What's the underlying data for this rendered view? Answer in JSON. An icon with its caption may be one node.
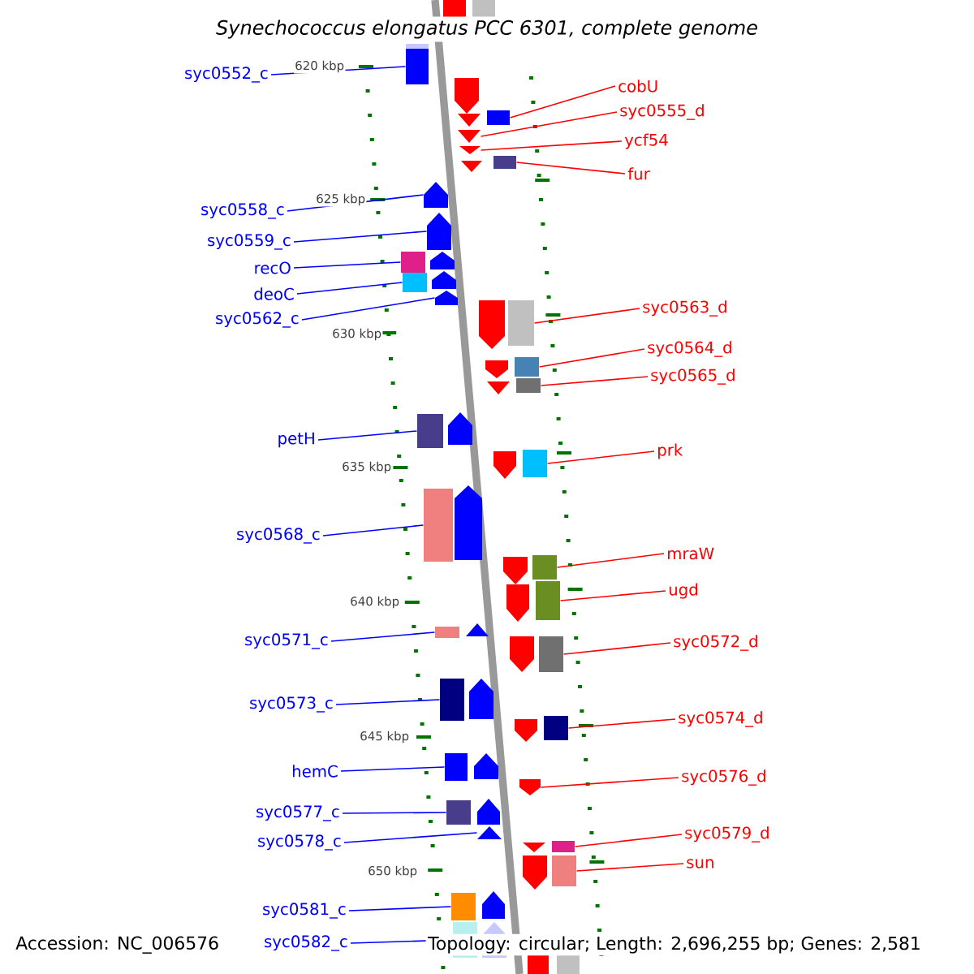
{
  "diagram": {
    "title": "Synechococcus elongatus PCC 6301, complete genome",
    "nodes": [
      {
        "text": [
          "syc0552_c"
        ]
      },
      {
        "text": [
          "syc0558_c"
        ]
      },
      {
        "text": [
          "syc0559_c"
        ]
      },
      {
        "text": [
          "recO"
        ]
      },
      {
        "text": [
          "deoC"
        ]
      },
      {
        "text": [
          "syc0562_c"
        ]
      },
      {
        "text": [
          "petH"
        ]
      },
      {
        "text": [
          "syc0568_c"
        ]
      },
      {
        "text": [
          "syc0571_c"
        ]
      },
      {
        "text": [
          "syc0573_c"
        ]
      },
      {
        "text": [
          "hemC"
        ]
      },
      {
        "text": [
          "syc0577_c"
        ]
      },
      {
        "text": [
          "syc0578_c"
        ]
      },
      {
        "text": [
          "syc0581_c"
        ]
      },
      {
        "text": [
          "syc0582_c"
        ]
      },
      {
        "text": [
          "cobU"
        ]
      },
      {
        "text": [
          "syc0555_d"
        ]
      },
      {
        "text": [
          "ycf54"
        ]
      },
      {
        "text": [
          "fur"
        ]
      },
      {
        "text": [
          "syc0563_d"
        ]
      },
      {
        "text": [
          "syc0564_d"
        ]
      },
      {
        "text": [
          "syc0565_d"
        ]
      },
      {
        "text": [
          "prk"
        ]
      },
      {
        "text": [
          "mraW"
        ]
      },
      {
        "text": [
          "ugd"
        ]
      },
      {
        "text": [
          "syc0572_d"
        ]
      },
      {
        "text": [
          "syc0574_d"
        ]
      },
      {
        "text": [
          "syc0576_d"
        ]
      },
      {
        "text": [
          "syc0579_d"
        ]
      },
      {
        "text": [
          "sun"
        ]
      },
      {
        "text": [],
        "shape": "bar"
      },
      {
        "text": [],
        "shape": "bar"
      },
      {
        "text": [],
        "shape": "bar"
      },
      {
        "text": [],
        "shape": "bar"
      },
      {
        "text": [],
        "shape": "arrow"
      },
      {
        "text": [],
        "shape": "triangle"
      },
      {
        "text": [],
        "shape": "triangle"
      },
      {
        "text": [],
        "shape": "triangle"
      },
      {
        "text": [],
        "shape": "triangle"
      },
      {
        "text": [],
        "shape": "bar"
      },
      {
        "text": [],
        "shape": "bar"
      },
      {
        "text": [],
        "shape": "arrow"
      },
      {
        "text": [],
        "shape": "arrow"
      },
      {
        "text": [],
        "shape": "arrow"
      },
      {
        "text": [],
        "shape": "arrow"
      },
      {
        "text": [],
        "shape": "arrow"
      },
      {
        "text": [],
        "shape": "bar"
      },
      {
        "text": [],
        "shape": "bar"
      },
      {
        "text": [],
        "shape": "arrow"
      },
      {
        "text": [],
        "shape": "bar"
      },
      {
        "text": [],
        "shape": "arrow"
      },
      {
        "text": [],
        "shape": "triangle"
      },
      {
        "text": [],
        "shape": "bar"
      },
      {
        "text": [],
        "shape": "bar"
      },
      {
        "text": [],
        "shape": "bar"
      },
      {
        "text": [],
        "shape": "arrow"
      },
      {
        "text": [],
        "shape": "arrow"
      },
      {
        "text": [],
        "shape": "bar"
      },
      {
        "text": [],
        "shape": "bar"
      },
      {
        "text": [],
        "shape": "arrow"
      },
      {
        "text": [],
        "shape": "arrow"
      },
      {
        "text": [],
        "shape": "bar"
      },
      {
        "text": [],
        "shape": "arrow"
      },
      {
        "text": [],
        "shape": "bar"
      },
      {
        "text": [],
        "shape": "bar"
      },
      {
        "text": [],
        "shape": "triangle"
      },
      {
        "text": [],
        "shape": "arrow"
      },
      {
        "text": [],
        "shape": "bar"
      },
      {
        "text": [],
        "shape": "bar"
      },
      {
        "text": [],
        "shape": "arrow"
      },
      {
        "text": [],
        "shape": "arrow"
      },
      {
        "text": [],
        "shape": "bar"
      },
      {
        "text": [],
        "shape": "bar"
      },
      {
        "text": [],
        "shape": "arrow"
      },
      {
        "text": [],
        "shape": "arrow"
      },
      {
        "text": [],
        "shape": "bar"
      },
      {
        "text": [],
        "shape": "arrow"
      },
      {
        "text": [],
        "shape": "triangle"
      },
      {
        "text": [],
        "shape": "triangle"
      },
      {
        "text": [],
        "shape": "bar"
      },
      {
        "text": [],
        "shape": "arrow"
      },
      {
        "text": [],
        "shape": "bar"
      },
      {
        "text": [],
        "shape": "bar"
      },
      {
        "text": [],
        "shape": "arrow"
      },
      {
        "text": [],
        "shape": "bar"
      },
      {
        "text": [],
        "shape": "arrow"
      },
      {
        "text": [],
        "shape": "bar"
      },
      {
        "text": [],
        "shape": "bar"
      }
    ],
    "edges": [
      {
        "from": 0,
        "to": 31,
        "arrow": "none"
      },
      {
        "from": 1,
        "to": 41,
        "arrow": "none"
      },
      {
        "from": 2,
        "to": 42,
        "arrow": "none"
      },
      {
        "from": 3,
        "to": 46,
        "arrow": "none"
      },
      {
        "from": 4,
        "to": 47,
        "arrow": "none"
      },
      {
        "from": 5,
        "to": 45,
        "arrow": "none"
      },
      {
        "from": 6,
        "to": 54,
        "arrow": "none"
      },
      {
        "from": 7,
        "to": 58,
        "arrow": "none"
      },
      {
        "from": 8,
        "to": 64,
        "arrow": "none"
      },
      {
        "from": 9,
        "to": 68,
        "arrow": "none"
      },
      {
        "from": 10,
        "to": 72,
        "arrow": "none"
      },
      {
        "from": 11,
        "to": 75,
        "arrow": "none"
      },
      {
        "from": 12,
        "to": 77,
        "arrow": "none"
      },
      {
        "from": 13,
        "to": 82,
        "arrow": "none"
      },
      {
        "from": 14,
        "to": 84,
        "arrow": "none"
      },
      {
        "from": 15,
        "to": 39,
        "arrow": "none",
        "color": "#ff0000"
      },
      {
        "from": 16,
        "to": 36,
        "arrow": "none",
        "color": "#ff0000"
      },
      {
        "from": 17,
        "to": 37,
        "arrow": "none",
        "color": "#ff0000"
      },
      {
        "from": 18,
        "to": 40,
        "arrow": "none",
        "color": "#ff0000"
      },
      {
        "from": 19,
        "to": 49,
        "arrow": "none",
        "color": "#ff0000"
      },
      {
        "from": 20,
        "to": 52,
        "arrow": "none",
        "color": "#ff0000"
      },
      {
        "from": 21,
        "to": 53,
        "arrow": "none",
        "color": "#ff0000"
      },
      {
        "from": 22,
        "to": 57,
        "arrow": "none",
        "color": "#ff0000"
      },
      {
        "from": 23,
        "to": 61,
        "arrow": "none",
        "color": "#ff0000"
      },
      {
        "from": 24,
        "to": 63,
        "arrow": "none",
        "color": "#ff0000"
      },
      {
        "from": 25,
        "to": 67,
        "arrow": "none",
        "color": "#ff0000"
      },
      {
        "from": 26,
        "to": 71,
        "arrow": "none",
        "color": "#ff0000"
      },
      {
        "from": 27,
        "to": 74,
        "arrow": "none",
        "color": "#ff0000"
      },
      {
        "from": 28,
        "to": 79,
        "arrow": "none",
        "color": "#ff0000"
      },
      {
        "from": 29,
        "to": 81,
        "arrow": "none",
        "color": "#ff0000"
      }
    ],
    "labels": [
      "620 kbp",
      "625 kbp",
      "630 kbp",
      "635 kbp",
      "640 kbp",
      "645 kbp",
      "650 kbp",
      "Accession: NC_006576",
      "Topology: circular; Length: 2,696,255 bp; Genes: 2,581"
    ]
  }
}
